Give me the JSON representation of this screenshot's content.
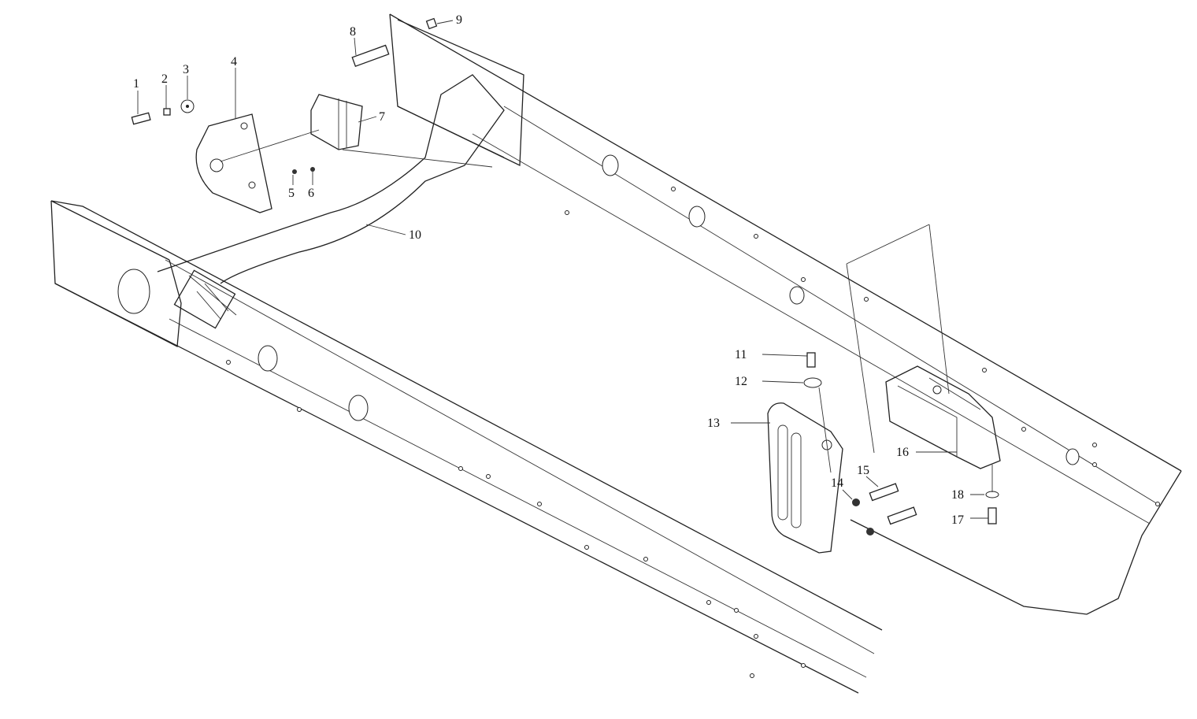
{
  "diagram": {
    "type": "exploded-parts-view",
    "callouts": [
      {
        "id": "1",
        "label": "1"
      },
      {
        "id": "2",
        "label": "2"
      },
      {
        "id": "3",
        "label": "3"
      },
      {
        "id": "4",
        "label": "4"
      },
      {
        "id": "5",
        "label": "5"
      },
      {
        "id": "6",
        "label": "6"
      },
      {
        "id": "7",
        "label": "7"
      },
      {
        "id": "8",
        "label": "8"
      },
      {
        "id": "9",
        "label": "9"
      },
      {
        "id": "10",
        "label": "10"
      },
      {
        "id": "11",
        "label": "11"
      },
      {
        "id": "12",
        "label": "12"
      },
      {
        "id": "13",
        "label": "13"
      },
      {
        "id": "14",
        "label": "14"
      },
      {
        "id": "15",
        "label": "15"
      },
      {
        "id": "16",
        "label": "16"
      },
      {
        "id": "17",
        "label": "17"
      },
      {
        "id": "18",
        "label": "18"
      }
    ]
  }
}
